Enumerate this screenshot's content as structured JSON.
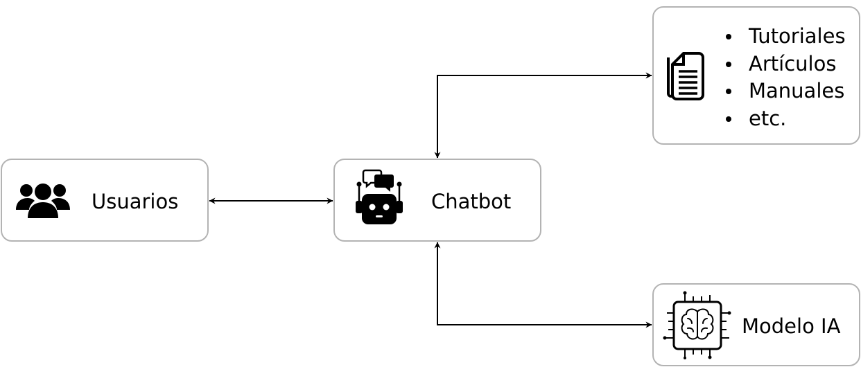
{
  "nodes": {
    "users": {
      "label": "Usuarios",
      "icon": "users-icon"
    },
    "chatbot": {
      "label": "Chatbot",
      "icon": "robot-chat-icon"
    },
    "resources": {
      "icon": "documents-icon",
      "items": [
        "Tutoriales",
        "Artículos",
        "Manuales",
        "etc."
      ]
    },
    "ai_model": {
      "label": "Modelo IA",
      "icon": "brain-chip-icon"
    }
  },
  "edges": [
    {
      "from": "users",
      "to": "chatbot",
      "direction": "both"
    },
    {
      "from": "chatbot",
      "to": "resources",
      "direction": "both"
    },
    {
      "from": "chatbot",
      "to": "ai_model",
      "direction": "both"
    }
  ],
  "colors": {
    "border": "#b3b3b3",
    "stroke": "#000000",
    "background": "#ffffff"
  }
}
